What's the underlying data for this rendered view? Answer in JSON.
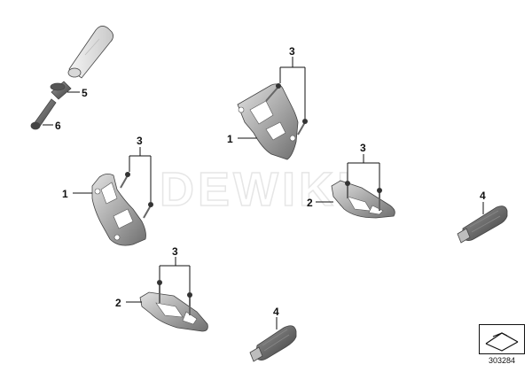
{
  "diagram": {
    "watermark": "DEWIKI",
    "reference_number": "303284",
    "callouts": {
      "c1a": "1",
      "c1b": "1",
      "c2a": "2",
      "c2b": "2",
      "c3a": "3",
      "c3b": "3",
      "c3c": "3",
      "c3d": "3",
      "c4a": "4",
      "c4b": "4",
      "c5": "5",
      "c6": "6"
    },
    "parts": [
      {
        "num": "1",
        "label_text": "1"
      },
      {
        "num": "2",
        "label_text": "2"
      },
      {
        "num": "3",
        "label_text": "3"
      },
      {
        "num": "4",
        "label_text": "4"
      },
      {
        "num": "5",
        "label_text": "5"
      },
      {
        "num": "6",
        "label_text": "6"
      }
    ]
  }
}
